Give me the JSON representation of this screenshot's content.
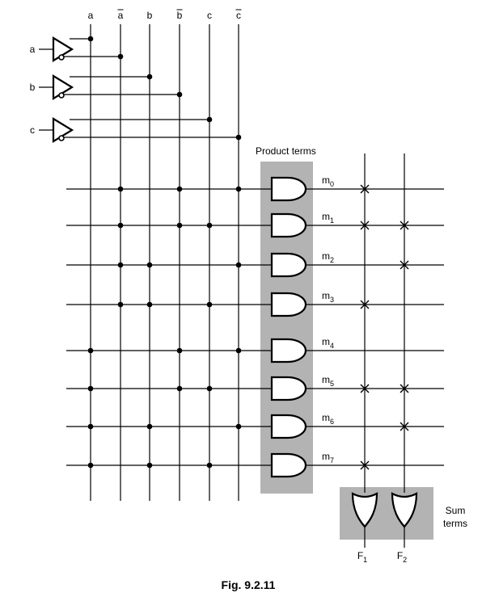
{
  "diagram": {
    "columns": [
      "a",
      "a",
      "b",
      "b",
      "c",
      "c"
    ],
    "column_overbar": [
      false,
      true,
      false,
      true,
      false,
      true
    ],
    "inputs": [
      "a",
      "b",
      "c"
    ],
    "product_terms_label": "Product terms",
    "minterms": [
      {
        "m": "m",
        "sub": "0"
      },
      {
        "m": "m",
        "sub": "1"
      },
      {
        "m": "m",
        "sub": "2"
      },
      {
        "m": "m",
        "sub": "3"
      },
      {
        "m": "m",
        "sub": "4"
      },
      {
        "m": "m",
        "sub": "5"
      },
      {
        "m": "m",
        "sub": "6"
      },
      {
        "m": "m",
        "sub": "7"
      }
    ],
    "and_connections": [
      [
        "a_bar",
        "b_bar",
        "c_bar"
      ],
      [
        "a_bar",
        "b_bar",
        "c"
      ],
      [
        "a_bar",
        "b",
        "c_bar"
      ],
      [
        "a_bar",
        "b",
        "c"
      ],
      [
        "a",
        "b_bar",
        "c_bar"
      ],
      [
        "a",
        "b_bar",
        "c"
      ],
      [
        "a",
        "b",
        "c_bar"
      ],
      [
        "a",
        "b",
        "c"
      ]
    ],
    "or_connections": {
      "F1": [
        0,
        1,
        3,
        5,
        7
      ],
      "F2": [
        1,
        2,
        5,
        6
      ]
    },
    "sum_terms_label_line1": "Sum",
    "sum_terms_label_line2": "terms",
    "outputs": [
      {
        "f": "F",
        "sub": "1"
      },
      {
        "f": "F",
        "sub": "2"
      }
    ],
    "shade_color": "#b3b3b3"
  },
  "caption": "Fig. 9.2.11"
}
